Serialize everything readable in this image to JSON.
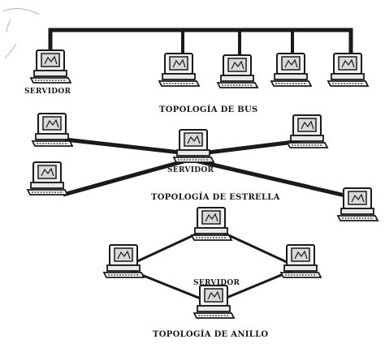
{
  "bus": {
    "server_label": "SERVIDOR",
    "title": "TOPOLOGÍA DE BUS"
  },
  "star": {
    "server_label": "SERVIDOR",
    "title": "TOPOLOGÍA DE ESTRELLA"
  },
  "ring": {
    "server_label": "SERVIDOR",
    "title": "TOPOLOGÍA DE ANILLO"
  },
  "colors": {
    "line": "#1a1a1a",
    "screen": "#dcdcdc",
    "ink": "#222222"
  }
}
